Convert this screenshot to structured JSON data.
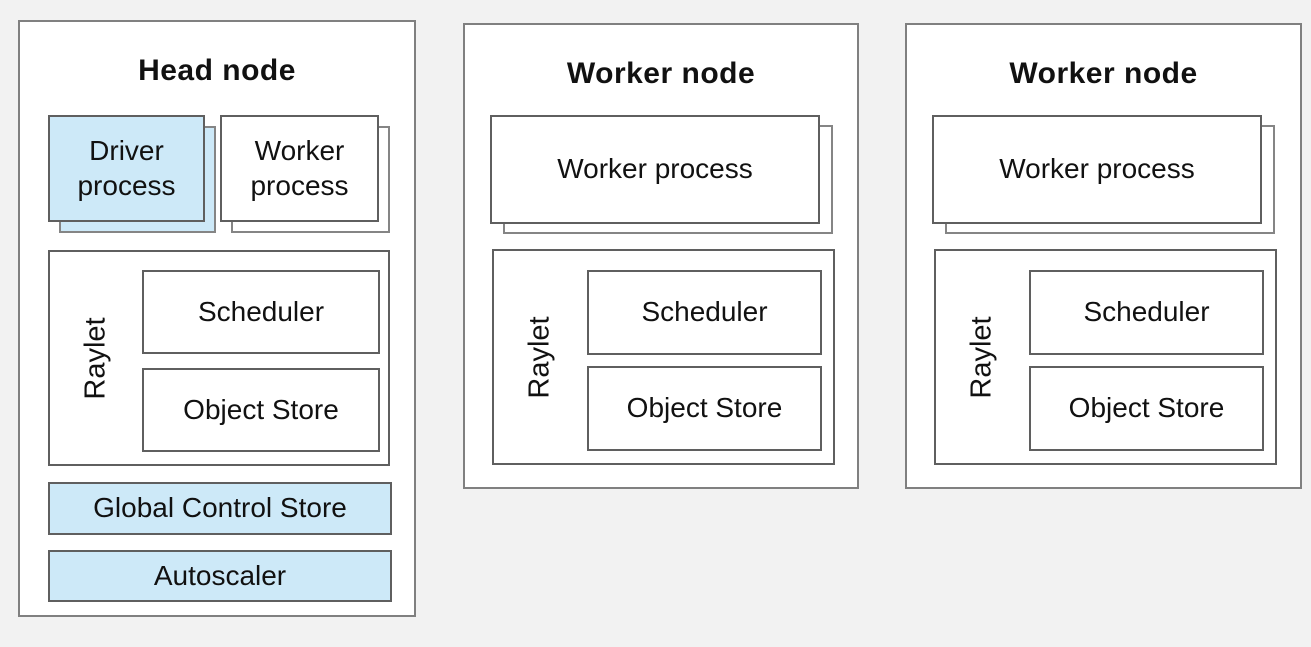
{
  "colors": {
    "background": "#f2f2f2",
    "box_fill": "#ffffff",
    "highlight_fill": "#cde9f8",
    "node_border": "#808080",
    "box_border": "#5f5f5f",
    "text": "#111111"
  },
  "diagram": {
    "head_node": {
      "title": "Head node",
      "driver_process_label": "Driver process",
      "worker_process_label": "Worker process",
      "raylet_label": "Raylet",
      "scheduler_label": "Scheduler",
      "object_store_label": "Object Store",
      "global_control_store_label": "Global Control Store",
      "autoscaler_label": "Autoscaler"
    },
    "worker_node_1": {
      "title": "Worker node",
      "worker_process_label": "Worker process",
      "raylet_label": "Raylet",
      "scheduler_label": "Scheduler",
      "object_store_label": "Object Store"
    },
    "worker_node_2": {
      "title": "Worker node",
      "worker_process_label": "Worker process",
      "raylet_label": "Raylet",
      "scheduler_label": "Scheduler",
      "object_store_label": "Object Store"
    }
  }
}
